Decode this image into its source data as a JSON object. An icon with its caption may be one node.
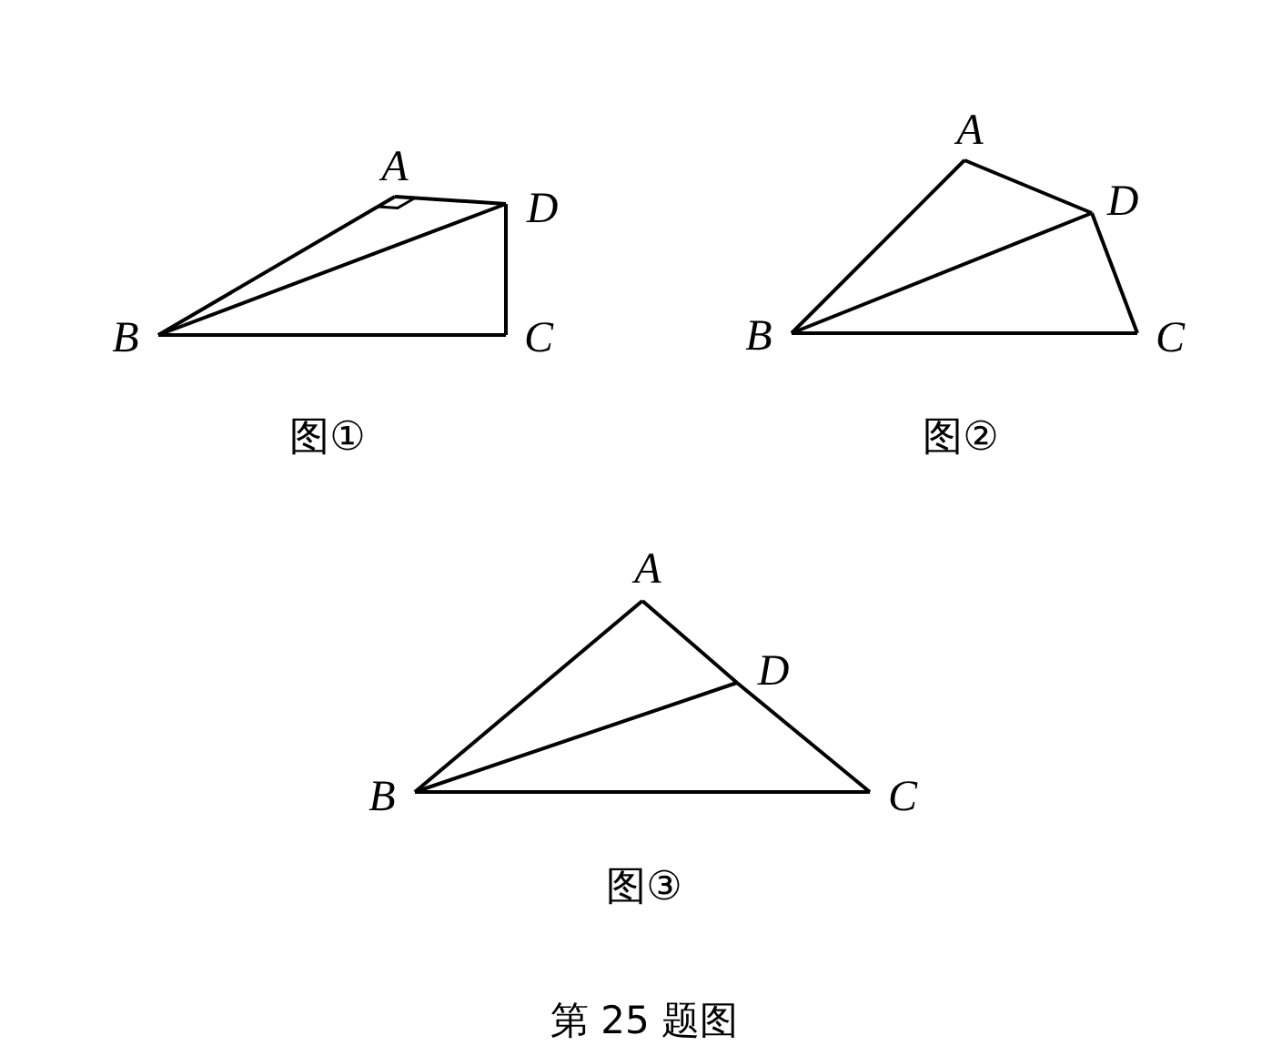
{
  "diagram": {
    "caption": "第 25 题图",
    "nodes": [
      {
        "text": [
          "A"
        ]
      },
      {
        "text": [
          "D"
        ]
      },
      {
        "text": [
          "B"
        ]
      },
      {
        "text": [
          "C"
        ]
      },
      {
        "text": [
          "A"
        ]
      },
      {
        "text": [
          "D"
        ]
      },
      {
        "text": [
          "B"
        ]
      },
      {
        "text": [
          "C"
        ]
      },
      {
        "text": [
          "A"
        ]
      },
      {
        "text": [
          "D"
        ]
      },
      {
        "text": [
          "B"
        ]
      },
      {
        "text": [
          "C"
        ]
      }
    ],
    "edges": [
      {
        "from": 0,
        "to": 2,
        "arrow": "none"
      },
      {
        "from": 0,
        "to": 1,
        "arrow": "none"
      },
      {
        "from": 1,
        "to": 3,
        "arrow": "none"
      },
      {
        "from": 2,
        "to": 3,
        "arrow": "none"
      },
      {
        "from": 2,
        "to": 1,
        "arrow": "none"
      },
      {
        "from": 4,
        "to": 6,
        "arrow": "none"
      },
      {
        "from": 4,
        "to": 5,
        "arrow": "none"
      },
      {
        "from": 5,
        "to": 7,
        "arrow": "none"
      },
      {
        "from": 6,
        "to": 7,
        "arrow": "none"
      },
      {
        "from": 6,
        "to": 5,
        "arrow": "none"
      },
      {
        "from": 8,
        "to": 10,
        "arrow": "none"
      },
      {
        "from": 8,
        "to": 9,
        "arrow": "none"
      },
      {
        "from": 9,
        "to": 11,
        "arrow": "none"
      },
      {
        "from": 10,
        "to": 11,
        "arrow": "none"
      },
      {
        "from": 10,
        "to": 9,
        "arrow": "none"
      }
    ],
    "labels": [
      "图①",
      "图②",
      "图③"
    ]
  }
}
